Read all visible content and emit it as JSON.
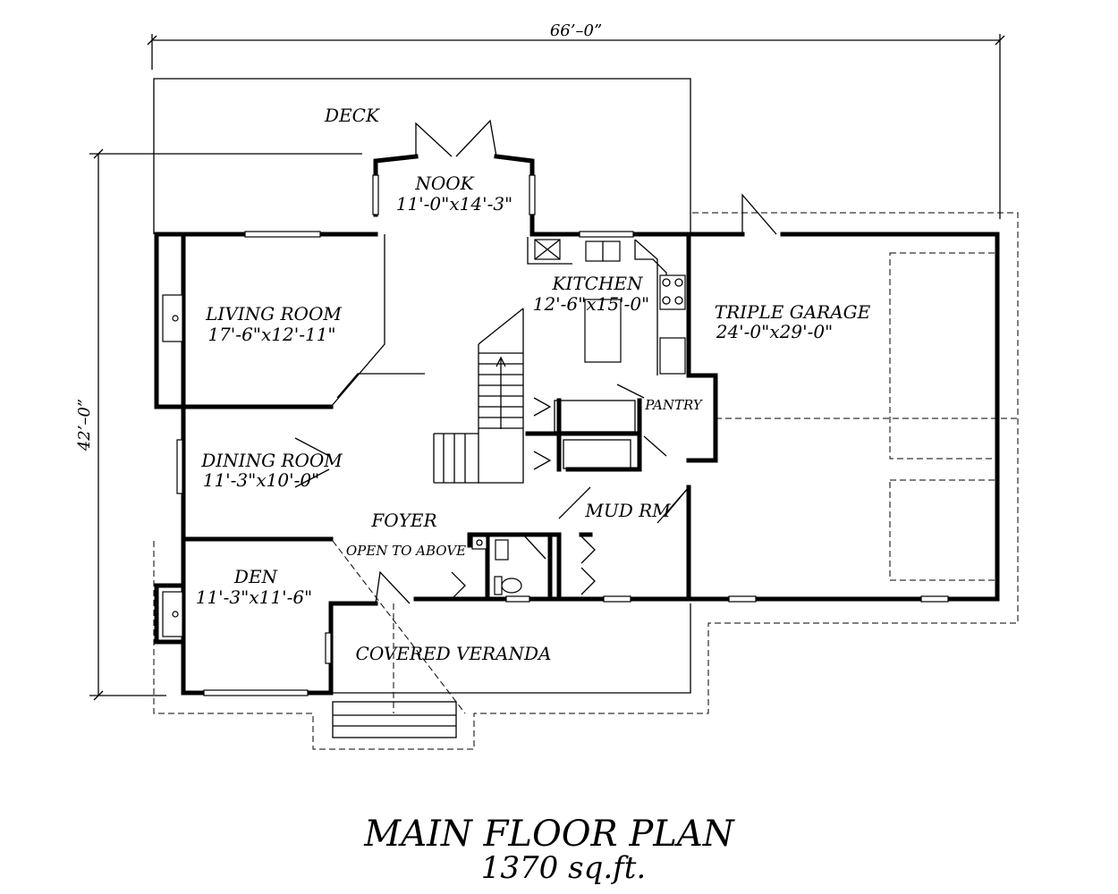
{
  "dimensions": {
    "overall_width": "66’–0”",
    "overall_depth": "42’–0”"
  },
  "rooms": {
    "deck": {
      "name": "DECK"
    },
    "nook": {
      "name": "NOOK",
      "size": "11'-0\"x14'-3\""
    },
    "kitchen": {
      "name": "KITCHEN",
      "size": "12'-6\"x15'-0\""
    },
    "living_room": {
      "name": "LIVING ROOM",
      "size": "17'-6\"x12'-11\""
    },
    "triple_garage": {
      "name": "TRIPLE GARAGE",
      "size": "24'-0\"x29'-0\""
    },
    "pantry": {
      "name": "PANTRY"
    },
    "dining_room": {
      "name": "DINING ROOM",
      "size": "11'-3\"x10'-0\""
    },
    "foyer": {
      "name": "FOYER",
      "note": "OPEN TO ABOVE"
    },
    "mud_room": {
      "name": "MUD RM"
    },
    "den": {
      "name": "DEN",
      "size": "11'-3\"x11'-6\""
    },
    "covered_veranda": {
      "name": "COVERED VERANDA"
    }
  },
  "title": {
    "main": "MAIN FLOOR PLAN",
    "area": "1370 sq.ft."
  }
}
